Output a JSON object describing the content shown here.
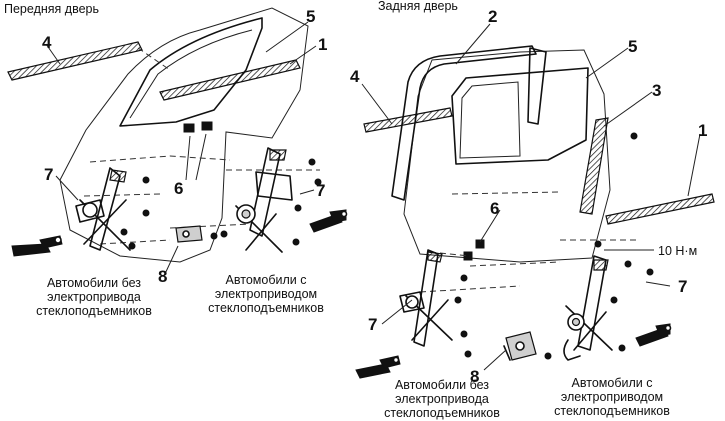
{
  "titles": {
    "front": "Передняя дверь",
    "rear": "Задняя дверь"
  },
  "callouts": {
    "front": [
      "4",
      "5",
      "1",
      "6",
      "7",
      "7",
      "8"
    ],
    "rear": [
      "2",
      "5",
      "4",
      "3",
      "1",
      "6",
      "7",
      "7",
      "8"
    ]
  },
  "torque": "10 Н·м",
  "captions": {
    "front_manual": [
      "Автомобили без",
      "электропривода",
      "стеклоподъемников"
    ],
    "front_power": [
      "Автомобили с",
      "электроприводом",
      "стеклоподъемников"
    ],
    "rear_manual": [
      "Автомобили без",
      "электропривода",
      "стеклоподъемников"
    ],
    "rear_power": [
      "Автомобили с",
      "электроприводом",
      "стеклоподъемников"
    ]
  }
}
